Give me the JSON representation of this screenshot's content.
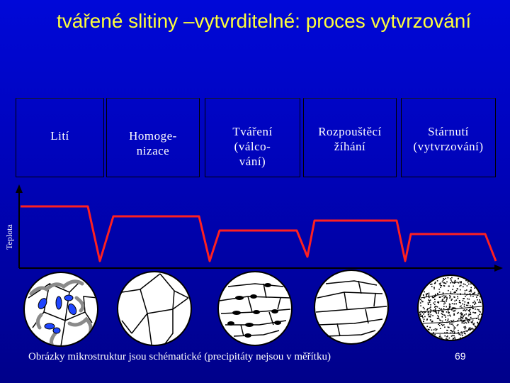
{
  "title": "tvářené slitiny –vytvrditelné: proces vytvrzování",
  "steps": [
    {
      "lines": [
        "Lití"
      ]
    },
    {
      "lines": [
        "Homoge-",
        "nizace"
      ]
    },
    {
      "lines": [
        "Tváření",
        "(válco-",
        "vání)"
      ]
    },
    {
      "lines": [
        "Rozpouštěcí",
        "žíhání"
      ]
    },
    {
      "lines": [
        "Stárnutí",
        "(vytvrzování)"
      ]
    }
  ],
  "axis_label": "Teplota",
  "caption": "Obrázky mikrostruktur jsou schématické (precipitáty nejsou v měřítku)",
  "page_number": "69",
  "colors": {
    "title": "#ffff3a",
    "curve": "#ff2020",
    "axis": "#000000",
    "grain_boundary": "#000000",
    "segregation": "#8a8a8a",
    "precipitate_coarse": "#1f45ff",
    "precipitate_fine": "#000000"
  },
  "microstructures": [
    {
      "name": "cast-structure"
    },
    {
      "name": "homogenized-structure"
    },
    {
      "name": "rolled-structure"
    },
    {
      "name": "solution-annealed-structure"
    },
    {
      "name": "aged-structure"
    }
  ]
}
